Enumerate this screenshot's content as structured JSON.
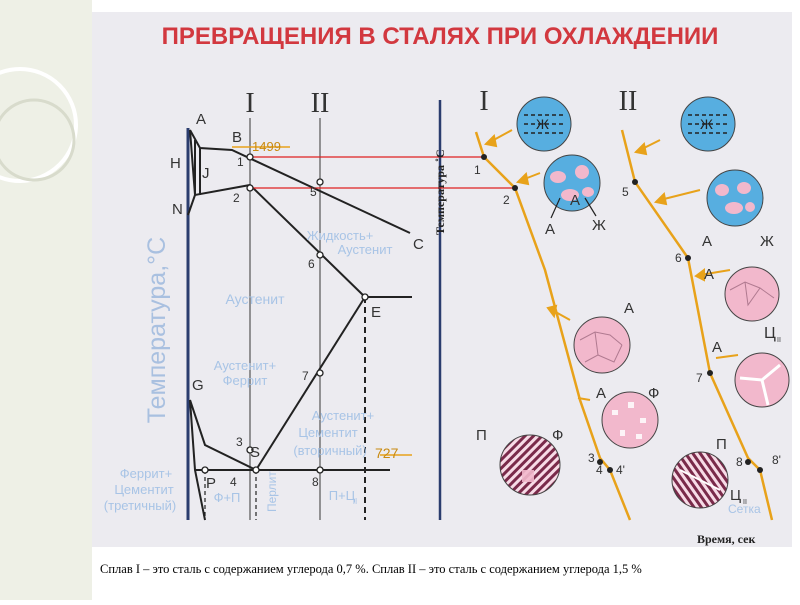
{
  "title": "ПРЕВРАЩЕНИЯ В СТАЛЯХ ПРИ ОХЛАЖДЕНИИ",
  "y_axis_label": "Температура,°С",
  "overlay_y_label": "Температура ˚С",
  "overlay_x_label": "Время, сек",
  "caption": "Сплав I – это сталь с содержанием углерода 0,7 %. Сплав  II – это сталь с содержанием углерода 1,5 %",
  "alloys": {
    "one": "I",
    "two": "II"
  },
  "temperatures": {
    "t1499": "1499",
    "t727": "727"
  },
  "points": {
    "A": "A",
    "B": "B",
    "H": "H",
    "J": "J",
    "N": "N",
    "C": "C",
    "E": "E",
    "G": "G",
    "S": "S",
    "P": "P"
  },
  "point_numbers": {
    "n1": "1",
    "n2": "2",
    "n3": "3",
    "n4": "4",
    "n5": "5",
    "n6": "6",
    "n7": "7",
    "n8": "8",
    "n4p": "4'",
    "n8p": "8'"
  },
  "regions": {
    "liquid_austenite_1": "Жидкость+",
    "liquid_austenite_2": "Аустенит",
    "austenite": "Аустенит",
    "austenite_ferrite_1": "Аустенит+",
    "austenite_ferrite_2": "Феррит",
    "austenite_cementite_1": "Аустенит+",
    "austenite_cementite_2": "Цементит",
    "austenite_cementite_3": "(вторичный)",
    "ferrite_cementite_1": "Феррит+",
    "ferrite_cementite_2": "Цементит",
    "ferrite_cementite_3": "(третичный)",
    "f_p": "Ф+П",
    "pearlite": "Перлит",
    "p_c": "П+Ц",
    "p_c_sub": "II"
  },
  "micro_labels": {
    "zh": "Ж",
    "a": "А",
    "f": "Ф",
    "p": "П",
    "ts": "Ц",
    "ts_sub": "II",
    "setka": "Сетка"
  },
  "colors": {
    "title": "#d2383f",
    "pink": "#f2b8cc",
    "blue": "#57aee0",
    "orange": "#e8a21a",
    "red_line": "#e02020",
    "region_text": "#a8c4e6"
  }
}
